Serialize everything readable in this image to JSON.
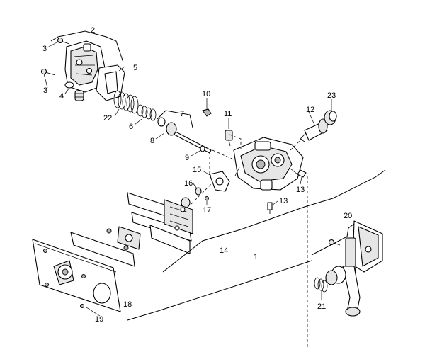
{
  "callouts": {
    "c1": "1",
    "c2": "2",
    "c3a": "3",
    "c3b": "3",
    "c4": "4",
    "c5": "5",
    "c6": "6",
    "c7": "7",
    "c8": "8",
    "c9": "9",
    "c10": "10",
    "c11": "11",
    "c12": "12",
    "c13a": "13",
    "c13b": "13",
    "c14": "14",
    "c15": "15",
    "c16": "16",
    "c17": "17",
    "c18": "18",
    "c19": "19",
    "c20": "20",
    "c21": "21",
    "c22": "22",
    "c23": "23"
  }
}
